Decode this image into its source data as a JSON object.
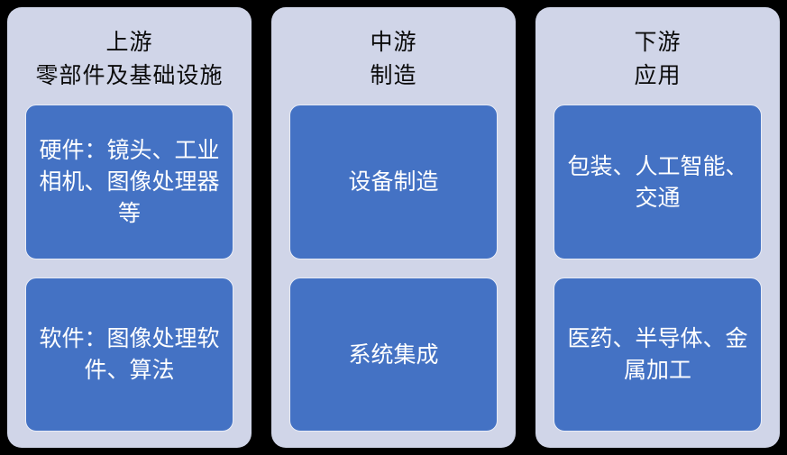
{
  "diagram": {
    "type": "value-chain",
    "background_color": "#000000",
    "segment_color": "#d0d5e8",
    "node_color": "#4472c4",
    "node_text_color": "#ffffff",
    "segments": [
      {
        "id": "upstream",
        "title": "上游",
        "subtitle": "零部件及基础设施",
        "nodes": [
          {
            "id": "hardware",
            "label": "硬件：镜头、工业相机、图像处理器等"
          },
          {
            "id": "software",
            "label": "软件：图像处理软件、算法"
          }
        ]
      },
      {
        "id": "midstream",
        "title": "中游",
        "subtitle": "制造",
        "nodes": [
          {
            "id": "equipment-manufacturing",
            "label": "设备制造"
          },
          {
            "id": "system-integration",
            "label": "系统集成"
          }
        ]
      },
      {
        "id": "downstream",
        "title": "下游",
        "subtitle": "应用",
        "nodes": [
          {
            "id": "applications-a",
            "label": "包装、人工智能、交通"
          },
          {
            "id": "applications-b",
            "label": "医药、半导体、金属加工"
          }
        ]
      }
    ]
  }
}
